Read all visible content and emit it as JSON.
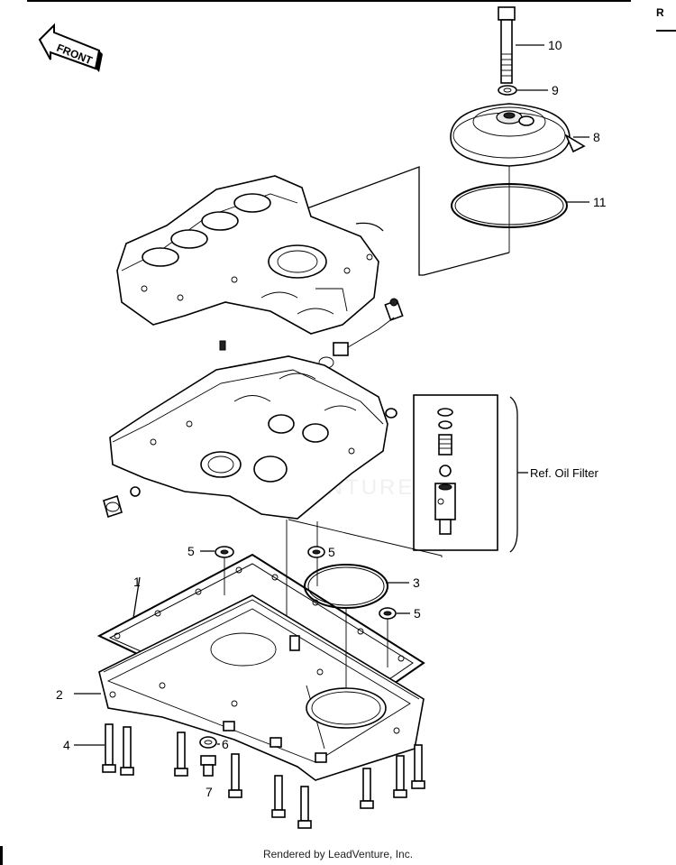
{
  "diagram": {
    "front_label": "FRONT",
    "corner_mark": "R",
    "callouts": {
      "c1": "1",
      "c2": "2",
      "c3": "3",
      "c4": "4",
      "c5a": "5",
      "c5b": "5",
      "c5c": "5",
      "c6": "6",
      "c7": "7",
      "c8": "8",
      "c9": "9",
      "c10": "10",
      "c11": "11"
    },
    "ref_oil_filter": "Ref. Oil Filter",
    "watermark": "LEADVENTURE"
  },
  "footer": {
    "rendered_by": "Rendered by LeadVenture, Inc."
  }
}
